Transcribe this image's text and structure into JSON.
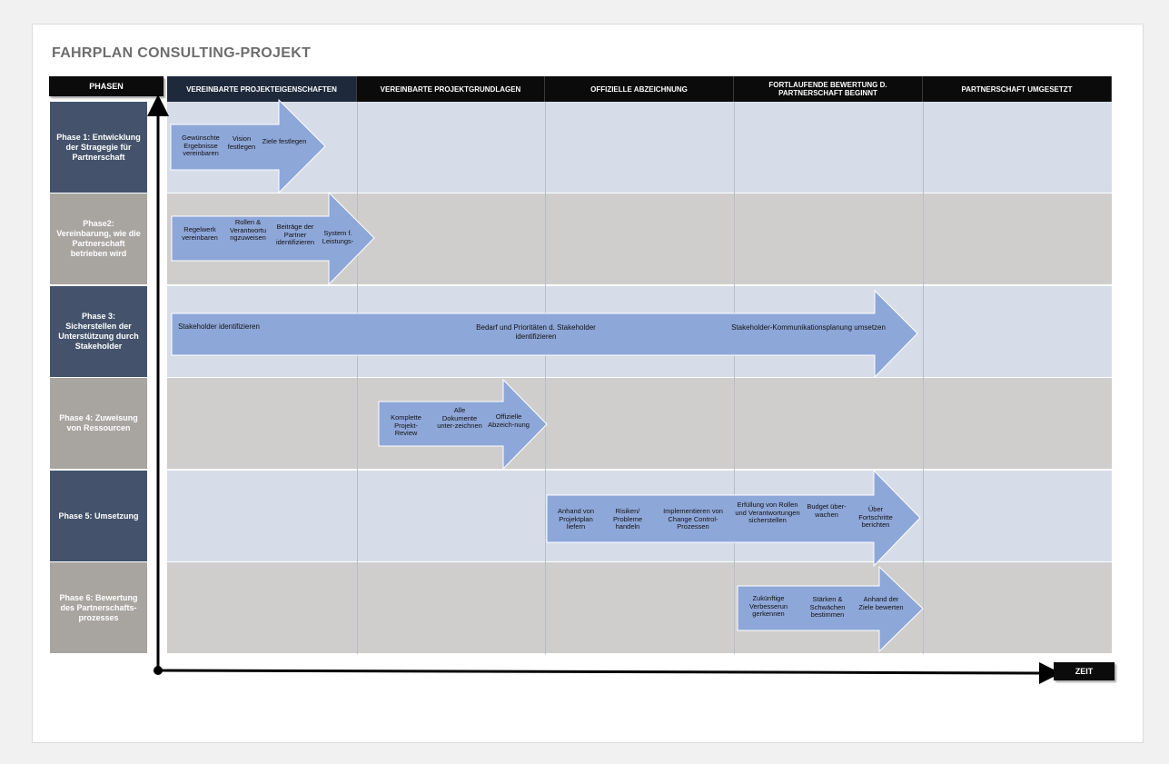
{
  "title": "FAHRPLAN CONSULTING-PROJEKT",
  "phasen_label": "PHASEN",
  "zeit_label": "ZEIT",
  "columns": [
    "VEREINBARTE PROJEKTEIGENSCHAFTEN",
    "VEREINBARTE PROJEKTGRUNDLAGEN",
    "OFFIZIELLE ABZEICHNUNG",
    "FORTLAUFENDE BEWERTUNG D. PARTNERSCHAFT BEGINNT",
    "PARTNERSCHAFT UMGESETZT"
  ],
  "phases": [
    "Phase 1: Entwicklung der Stragegie für Partnerschaft",
    "Phase2: Vereinbarung, wie die Partnerschaft betrieben wird",
    "Phase 3: Sicherstellen der Unterstützung durch Stakeholder",
    "Phase 4: Zuweisung von Ressourcen",
    "Phase 5: Umsetzung",
    "Phase 6: Bewertung des Partnerschafts-prozesses"
  ],
  "tasks": {
    "p1": [
      "Gewünschte Ergebnisse vereinbaren",
      "Vision festlegen",
      "Ziele festlegen"
    ],
    "p2": [
      "Regelwerk vereinbaren",
      "Rollen & Verantwortu ngzuweisen",
      "Beiträge der Partner identifizieren",
      "System f. Leistungs-"
    ],
    "p3": [
      "Stakeholder identifizieren",
      "Bedarf und Prioritäten d. Stakeholder identifizieren",
      "Stakeholder-Kommunikationsplanung umsetzen"
    ],
    "p4": [
      "Komplette Projekt-Review",
      "Alle Dokumente unter-zeichnen",
      "Offizielle Abzeich-nung"
    ],
    "p5": [
      "Anhand von Projektplan liefern",
      "Risiken/ Probleme handeln",
      "Implementieren von Change Control-Prozessen",
      "Erfüllung von Rollen und Verantwortungen sicherstellen",
      "Budget über-wachen",
      "Über Fortschritte berichten"
    ],
    "p6": [
      "Zukünftige Verbesserun gerkennen",
      "Stärken & Schwächen bestimmen",
      "Anhand der Ziele bewerten"
    ]
  },
  "colors": {
    "header": "#0b0b0b",
    "phase_dark": "#44536b",
    "phase_grey": "#a8a5a1",
    "row_blue": "#d6dde8",
    "row_grey": "#d0cecc",
    "arrow": "#8ea7d9"
  }
}
